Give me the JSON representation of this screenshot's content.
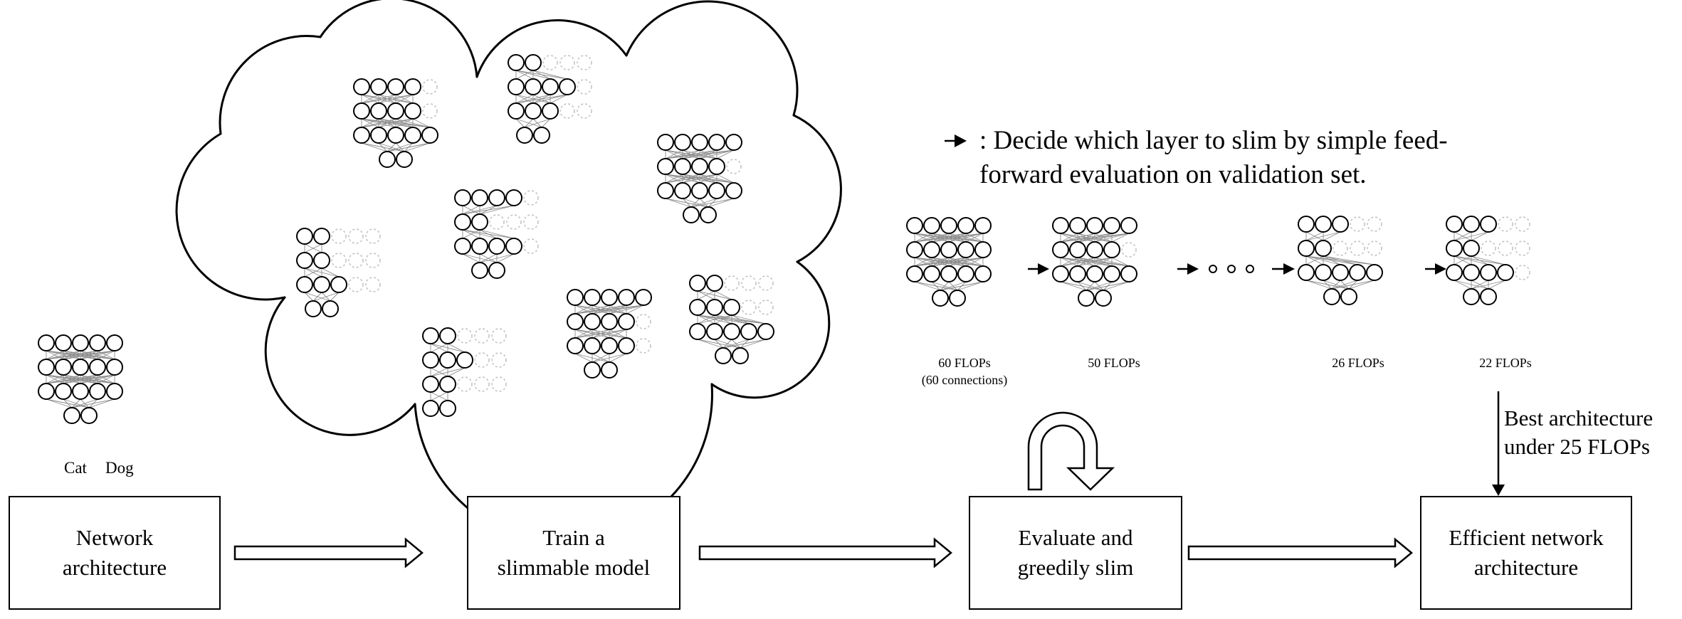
{
  "legend": {
    "text_line1": ": Decide which layer to slim by simple feed-",
    "text_line2": "forward evaluation on validation set.",
    "arrow_icon": "filled-arrow-icon"
  },
  "input_labels": {
    "class_a": "Cat",
    "class_b": "Dog"
  },
  "pipeline": [
    {
      "label": "Network\narchitecture"
    },
    {
      "label": "Train a\nslimmable model"
    },
    {
      "label": "Evaluate and\ngreedily slim"
    },
    {
      "label": "Efficient network\narchitecture"
    }
  ],
  "slimming_steps": [
    {
      "label": "60  FLOPs\n(60 connections)"
    },
    {
      "label": "50 FLOPs"
    },
    {
      "label": "26 FLOPs"
    },
    {
      "label": "22 FLOPs"
    }
  ],
  "best_arch_label": "Best architecture\nunder 25 FLOPs",
  "colors": {
    "ink": "#000000",
    "inactive": "#c4c4c4",
    "edge": "#8a8a8a"
  }
}
